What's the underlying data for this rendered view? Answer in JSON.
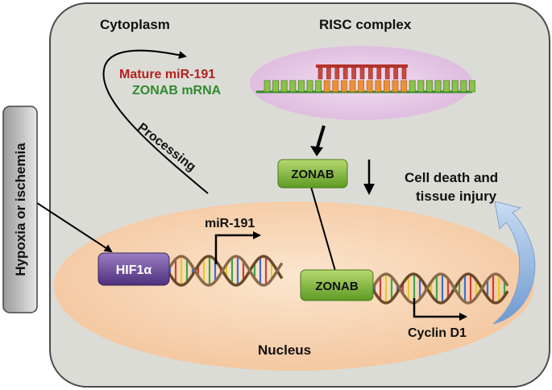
{
  "labels": {
    "cytoplasm": "Cytoplasm",
    "risc_complex": "RISC complex",
    "mature_mir": "Mature miR-191",
    "zonab_mrna": "ZONAB mRNA",
    "processing": "Processing",
    "zonab_cyto": "ZONAB",
    "zonab_nuc": "ZONAB",
    "cell_death_1": "Cell death and",
    "cell_death_2": "tissue injury",
    "mir191": "miR-191",
    "hif1a": "HIF1α",
    "cyclin": "Cyclin D1",
    "nucleus": "Nucleus",
    "hypoxia": "Hypoxia or ischemia"
  },
  "colors": {
    "cell_fill": "#dcdcd6",
    "cell_border": "#4a4a4a",
    "risc_fill": "#e5c6e6",
    "nucleus_fill": "#f6d2ae",
    "mature_mir_text": "#b22222",
    "zonab_mrna_text": "#2e8b2e",
    "zonab_box": "#7fb33a",
    "hif_box": "#6b4a9a",
    "mirna_strand": "#b5332b",
    "mrna_strand": "#3d9b38",
    "mrna_teeth": "#8bc34a",
    "orange_teeth": "#e8923a",
    "blue_arrow": "#a7c6e8"
  }
}
